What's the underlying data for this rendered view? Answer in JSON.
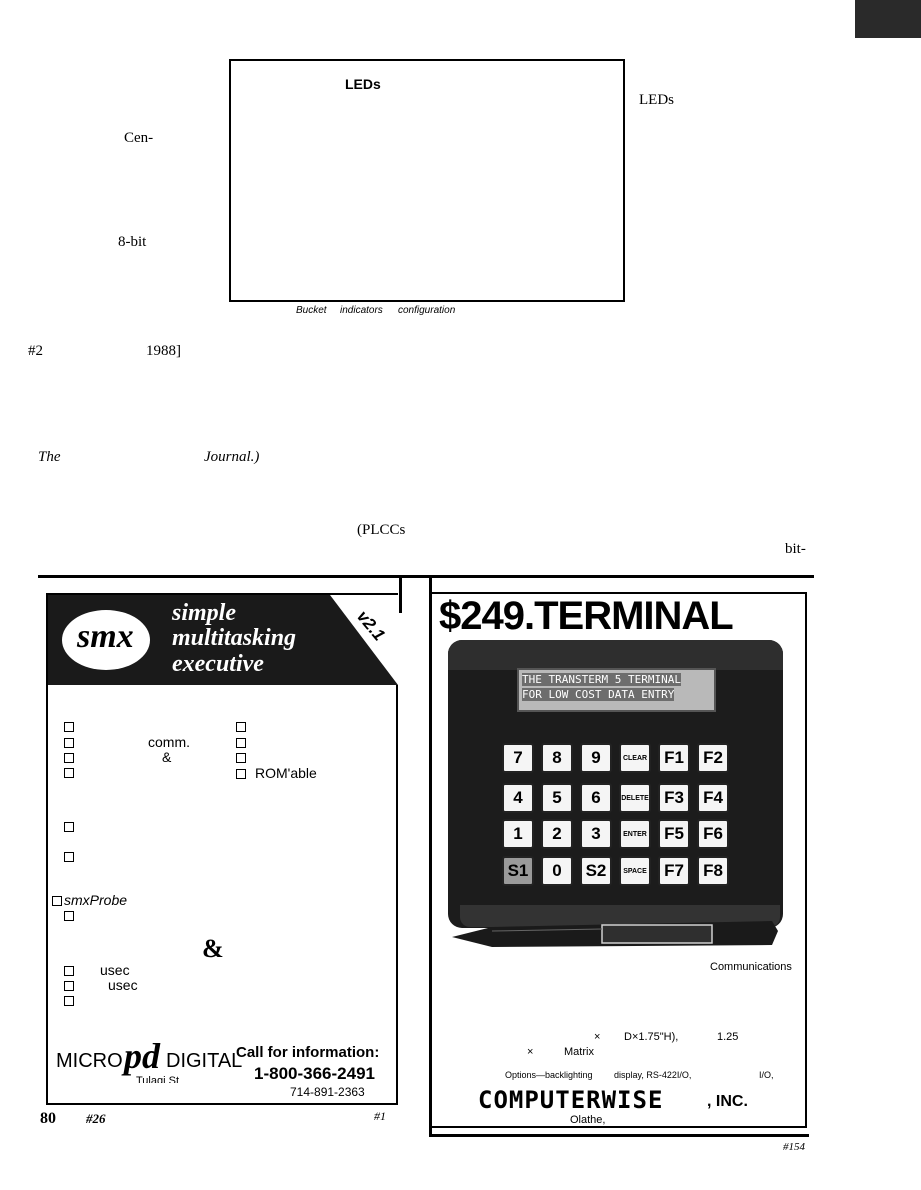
{
  "top_right_mark": "",
  "figure": {
    "box_title": "LEDs",
    "caption_words": [
      "Bucket",
      "indicators",
      "configuration"
    ]
  },
  "left_text": {
    "frag_cen": "Cen-",
    "frag_8bit": "8-bit",
    "frag_2": "#2",
    "frag_1988": "1988]",
    "frag_the": "The",
    "frag_journal": "Journal.)",
    "frag_plccs": "(PLCCs",
    "frag_bit": "bit-"
  },
  "right_text": {
    "leds": "LEDs"
  },
  "smx_ad": {
    "logo": "smx",
    "headline_lines": [
      "simple",
      "multitasking",
      "executive"
    ],
    "version": "v2.1",
    "features_col1": [
      "",
      "comm.",
      "&",
      ""
    ],
    "features_col2": [
      "",
      "",
      "",
      "ROM'able"
    ],
    "mid_items": [
      "",
      ""
    ],
    "probe_items": [
      "smxProbe",
      ""
    ],
    "ampersand": "&",
    "timing_items": [
      "usec",
      "usec",
      ""
    ],
    "brand_left": "MICRO",
    "brand_pd": "pd",
    "brand_right": "DIGITAL",
    "address": "Tulagi St",
    "call_line": "Call for information:",
    "phone": "1-800-366-2491",
    "phone2": "714-891-2363",
    "reader_service": "#1"
  },
  "footer_left": {
    "page_number": "80",
    "issue": "#26"
  },
  "terminal_ad": {
    "headline": "$249.TERMINAL",
    "display_lines": [
      "THE TRANSTERM 5 TERMINAL",
      "FOR LOW COST DATA ENTRY"
    ],
    "keys": [
      [
        "7",
        "8",
        "9",
        "CLEAR",
        "F1",
        "F2"
      ],
      [
        "4",
        "5",
        "6",
        "DELETE",
        "F3",
        "F4"
      ],
      [
        "1",
        "2",
        "3",
        "ENTER",
        "F5",
        "F6"
      ],
      [
        "S1",
        "0",
        "S2",
        "SPACE",
        "F7",
        "F8"
      ]
    ],
    "communications": "Communications",
    "spec1_a": "×",
    "spec1_b": "D×1.75\"H),",
    "spec1_c": "1.25",
    "spec2_a": "×",
    "spec2_b": "Matrix",
    "options": "Options—backlighting",
    "options_b": "display, RS-422I/O,",
    "options_c": "I/O,",
    "company": "COMPUTERWISE",
    "company_suffix": ", INC.",
    "city": "Olathe,",
    "reader_service": "#154"
  }
}
